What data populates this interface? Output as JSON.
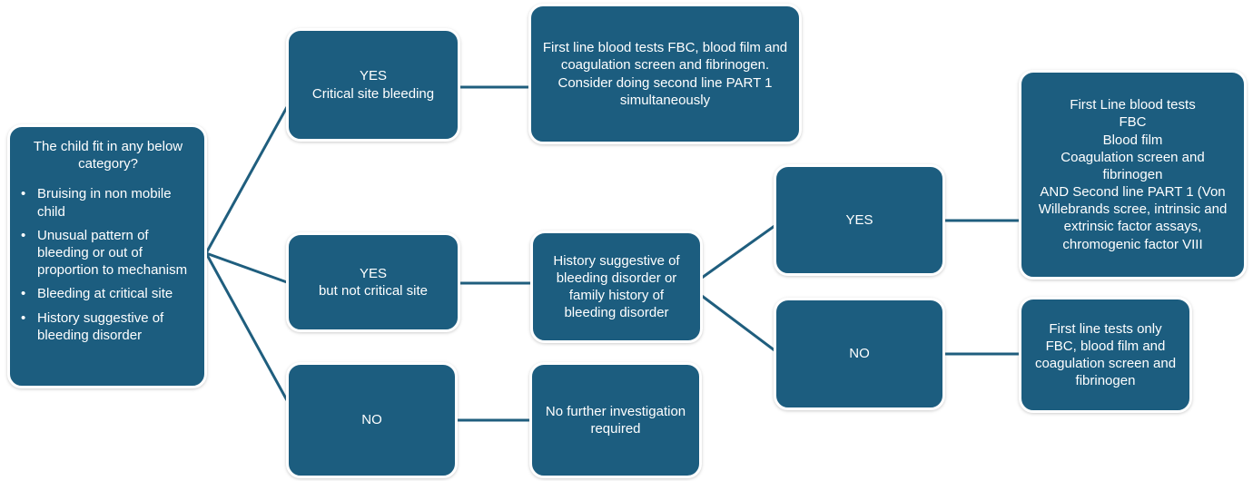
{
  "colors": {
    "box_fill": "#1c5d7f",
    "box_border": "#ffffff",
    "text_color": "#ffffff",
    "connector": "#1f5e7e",
    "background": "#ffffff"
  },
  "nodes": {
    "start": {
      "title": "The child fit in any below category?",
      "bullet_marker": "•",
      "bullets": [
        "Bruising in non mobile child",
        "Unusual pattern of bleeding or out of proportion to mechanism",
        "Bleeding at critical site",
        "History suggestive of bleeding disorder"
      ]
    },
    "yes_critical": {
      "line1": "YES",
      "line2": "Critical site bleeding"
    },
    "first_line_tests": {
      "para1": "First line blood tests FBC, blood film and coagulation screen and fibrinogen.",
      "para2": "Consider doing second line PART 1 simultaneously"
    },
    "yes_not_critical": {
      "line1": "YES",
      "line2": "but not critical site"
    },
    "history": {
      "text": "History  suggestive of bleeding disorder or family history of bleeding disorder"
    },
    "no_branch": {
      "text": "NO"
    },
    "no_further": {
      "text": "No further investigation required"
    },
    "family_yes": {
      "text": "YES"
    },
    "family_no": {
      "text": "NO"
    },
    "full_panel": {
      "lines": [
        "First Line  blood tests",
        "FBC",
        "Blood film",
        "Coagulation screen and fibrinogen",
        "AND Second line PART 1 (Von Willebrands scree, intrinsic and extrinsic factor assays, chromogenic factor VIII"
      ]
    },
    "first_line_only": {
      "line1": "First line tests only",
      "line2": "FBC, blood film and coagulation screen and fibrinogen"
    }
  }
}
